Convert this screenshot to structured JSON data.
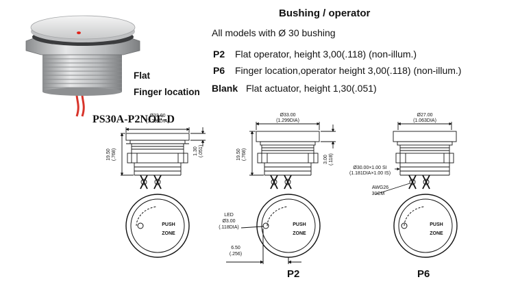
{
  "header": {
    "title": "Bushing / operator",
    "all_models": "All models with Ø 30 bushing"
  },
  "specs": [
    {
      "code": "P2",
      "text": "Flat operator, height 3,00(.118) (non-illum.)"
    },
    {
      "code": "P6",
      "text": "Finger location,operator height 3,00(.118) (non-illum.)"
    },
    {
      "code": "Blank",
      "text": "Flat actuator, height 1,30(.051)"
    }
  ],
  "photo": {
    "labels": [
      "Flat",
      "Finger location"
    ],
    "part_number": "PS30A-P2NOF-D"
  },
  "drawing_blank": {
    "width_mm": "Ø33.00",
    "width_in": "(1.299DIA)",
    "height_mm": "19.50",
    "height_in": "(.768)",
    "cap_mm": "1.30",
    "cap_in": "(.051)",
    "push": "PUSH",
    "zone": "ZONE"
  },
  "drawing_p2": {
    "width_mm": "Ø33.00",
    "width_in": "(1.299DIA)",
    "height_mm": "19.50",
    "height_in": "(.768)",
    "cap_mm": "3.00",
    "cap_in": "(.118)",
    "led_label": "LED",
    "led_mm": "Ø3.00",
    "led_in": "(.118DIA)",
    "offset_mm": "6.50",
    "offset_in": "(.256)",
    "push": "PUSH",
    "zone": "ZONE",
    "caption": "P2"
  },
  "drawing_p6": {
    "width_mm": "Ø27.00",
    "width_in": "(1.063DIA)",
    "thread_mm": "Ø30.00×1.00 SI",
    "thread_in": "(1.181DIA×1.00 IS)",
    "wire": "AWG26",
    "wire_len": "30CM",
    "push": "PUSH",
    "zone": "ZONE",
    "caption": "P6"
  }
}
